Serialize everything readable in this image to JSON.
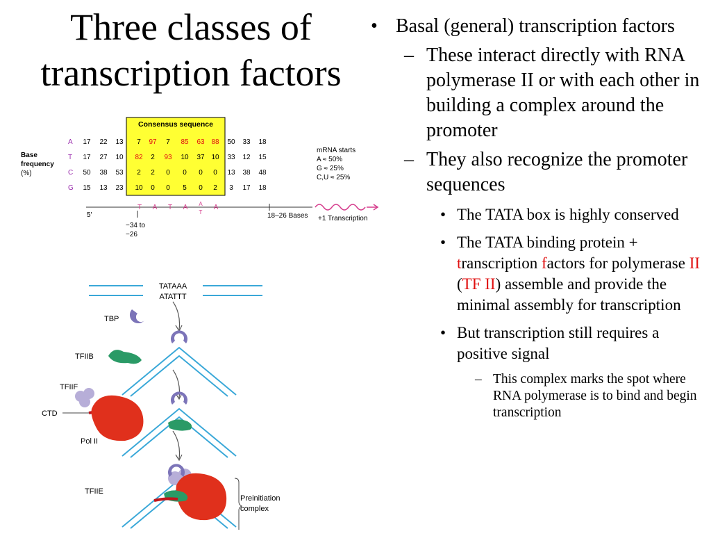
{
  "title": {
    "line1": "Three classes of",
    "line2": "transcription factors"
  },
  "bullets": {
    "basal": "Basal (general) transcription factors",
    "interact": "These interact directly with RNA polymerase II or with each other in building a complex around the promoter",
    "recognize": "They also recognize the promoter sequences",
    "tata_conserved": "The TATA box is highly conserved",
    "tbp_parts": [
      {
        "text": "The TATA binding protein + ",
        "red": false
      },
      {
        "text": "t",
        "red": true
      },
      {
        "text": "ranscription ",
        "red": false
      },
      {
        "text": "f",
        "red": true
      },
      {
        "text": "actors for polymerase ",
        "red": false
      },
      {
        "text": "II",
        "red": true
      },
      {
        "text": " (",
        "red": false
      },
      {
        "text": "TF II",
        "red": true
      },
      {
        "text": ") assemble and provide the minimal assembly for transcription",
        "red": false
      }
    ],
    "positive_signal": "But transcription still requires a positive signal",
    "marks_spot": "This complex marks the spot where RNA polymerase is to bind and begin transcription",
    "bullet_char": "•",
    "dash_char": "–"
  },
  "consensus": {
    "heading": "Consensus sequence",
    "base_label": [
      "Base",
      "frequency",
      "(%)"
    ],
    "rows": [
      {
        "base": "A",
        "values": [
          "17",
          "22",
          "13",
          "7",
          "97",
          "7",
          "85",
          "63",
          "88",
          "50",
          "33",
          "18"
        ]
      },
      {
        "base": "T",
        "values": [
          "17",
          "27",
          "10",
          "82",
          "2",
          "93",
          "10",
          "37",
          "10",
          "33",
          "12",
          "15"
        ]
      },
      {
        "base": "C",
        "values": [
          "50",
          "38",
          "53",
          "2",
          "2",
          "0",
          "0",
          "0",
          "0",
          "13",
          "38",
          "48"
        ]
      },
      {
        "base": "G",
        "values": [
          "15",
          "13",
          "23",
          "10",
          "0",
          "0",
          "5",
          "0",
          "2",
          "3",
          "17",
          "18"
        ]
      }
    ],
    "highlight": [
      [
        false,
        true,
        false,
        true,
        true,
        true
      ],
      [
        true,
        false,
        true,
        false,
        false,
        false
      ],
      [
        false,
        false,
        false,
        false,
        false,
        false
      ],
      [
        false,
        false,
        false,
        false,
        false,
        false
      ]
    ],
    "mrna_notes": [
      "mRNA starts",
      "A ≈ 50%",
      "G ≈ 25%",
      "C,U ≈ 25%"
    ],
    "tata_letters": [
      "T",
      "A",
      "T",
      "A",
      "A",
      "A"
    ],
    "tata_alt": "T",
    "five_prime": "5′",
    "position_label": [
      "−34 to",
      "−26"
    ],
    "bases_label": "18–26 Bases",
    "transcription_label": "+1 Transcription",
    "colors": {
      "yellow": "#ffff33",
      "red": "#e01010",
      "purple": "#9b2fae",
      "pink": "#d53c8c"
    }
  },
  "assembly": {
    "tataaa": "TATAAA",
    "atattt": "ATATTT",
    "tbp": "TBP",
    "tfiib": "TFIIB",
    "tfiif": "TFIIF",
    "ctd": "CTD",
    "pol2": "Pol II",
    "tfiie": "TFIIE",
    "preinit": [
      "Preinitiation",
      "complex"
    ],
    "colors": {
      "dna": "#3aa8d8",
      "tbp": "#7c74b8",
      "tfiib": "#2a9a66",
      "pol2": "#e0301c",
      "tfiif": "#b7aed8"
    }
  }
}
